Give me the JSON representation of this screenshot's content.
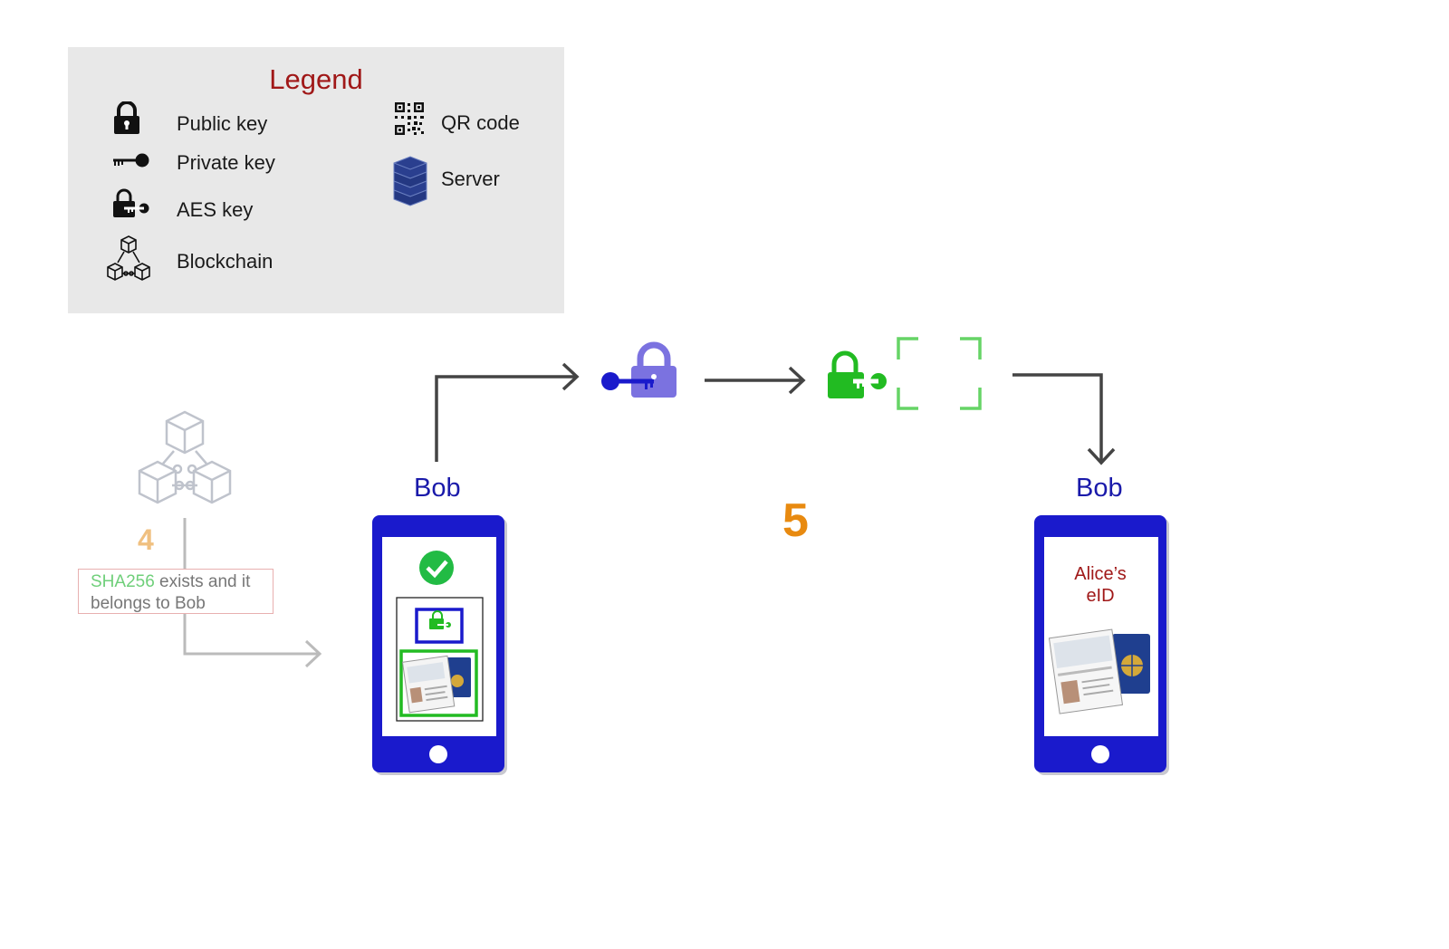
{
  "legend": {
    "title": "Legend",
    "items": {
      "public_key": "Public key",
      "private_key": "Private key",
      "aes_key": "AES key",
      "blockchain": "Blockchain",
      "qr_code": "QR code",
      "server": "Server"
    }
  },
  "diagram": {
    "step_4": "4",
    "step_5": "5",
    "verification_note": {
      "highlight": "SHA256",
      "rest_line1": " exists and it",
      "line2": "belongs to Bob"
    },
    "phone_left_label": "Bob",
    "phone_right_label": "Bob",
    "right_screen_text": {
      "line1": "Alice’s",
      "line2": "eID"
    }
  },
  "colors": {
    "phone_blue": "#1a1acc",
    "green": "#22bb22",
    "purple_lock": "#7b72e0",
    "legend_title": "#a01818",
    "step5": "#e88a10",
    "step4": "#f0c080"
  }
}
